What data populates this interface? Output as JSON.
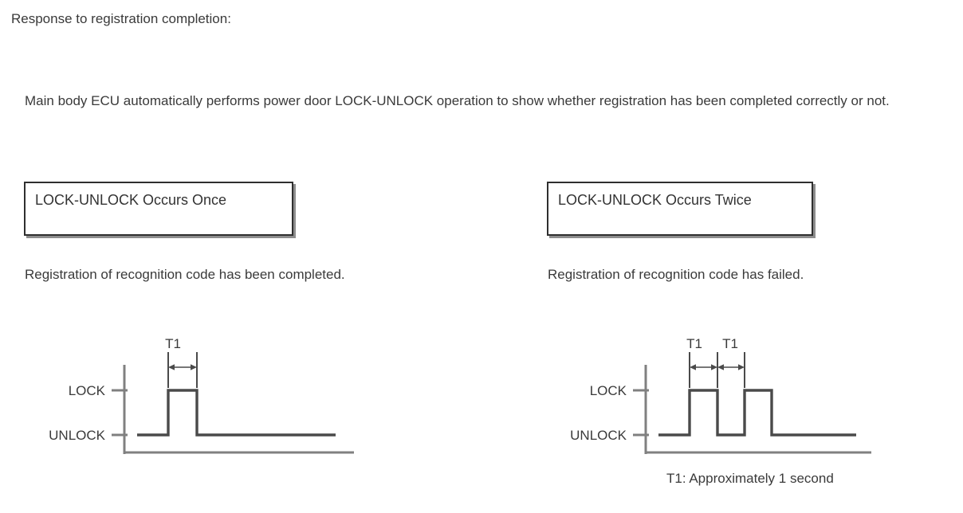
{
  "page": {
    "title_text": "Response to registration completion:",
    "intro_paragraph": "Main body ECU automatically performs power door LOCK-UNLOCK operation to show whether registration has been completed correctly or not.",
    "footnote": "T1: Approximately 1 second",
    "text_color": "#3a3a3a",
    "background_color": "#ffffff"
  },
  "columns": [
    {
      "box_label": "LOCK-UNLOCK Occurs Once",
      "caption": "Registration of recognition code has been completed.",
      "box_border_color": "#2f2f2f",
      "box_shadow_color": "#8d8d8d"
    },
    {
      "box_label": "LOCK-UNLOCK Occurs Twice",
      "caption": "Registration of recognition code has failed.",
      "box_border_color": "#2f2f2f",
      "box_shadow_color": "#8d8d8d"
    }
  ],
  "chart_data": [
    {
      "type": "line",
      "title": "LOCK-UNLOCK Occurs Once",
      "ylabel": "",
      "xlabel": "",
      "y_tick_labels": [
        "LOCK",
        "UNLOCK"
      ],
      "states": [
        "UNLOCK",
        "LOCK",
        "UNLOCK"
      ],
      "annotations": [
        "T1"
      ],
      "pulse_count": 1,
      "pulse_durations_s": [
        1
      ],
      "grid": false,
      "legend": "none",
      "axis_color": "#808080",
      "signal_color": "#4a4a4a",
      "x": [
        0,
        1.7,
        1.7,
        2.7,
        2.7,
        8.0
      ],
      "y": [
        "UNLOCK",
        "UNLOCK",
        "LOCK",
        "LOCK",
        "UNLOCK",
        "UNLOCK"
      ]
    },
    {
      "type": "line",
      "title": "LOCK-UNLOCK Occurs Twice",
      "ylabel": "",
      "xlabel": "",
      "y_tick_labels": [
        "LOCK",
        "UNLOCK"
      ],
      "states": [
        "UNLOCK",
        "LOCK",
        "UNLOCK",
        "LOCK",
        "UNLOCK"
      ],
      "annotations": [
        "T1",
        "T1"
      ],
      "pulse_count": 2,
      "pulse_durations_s": [
        1,
        1
      ],
      "grid": false,
      "legend": "none",
      "axis_color": "#808080",
      "signal_color": "#4a4a4a",
      "x": [
        0,
        1.7,
        1.7,
        2.7,
        2.7,
        3.7,
        3.7,
        4.7,
        4.7,
        8.0
      ],
      "y": [
        "UNLOCK",
        "UNLOCK",
        "LOCK",
        "LOCK",
        "UNLOCK",
        "UNLOCK",
        "LOCK",
        "LOCK",
        "UNLOCK",
        "UNLOCK"
      ]
    }
  ]
}
